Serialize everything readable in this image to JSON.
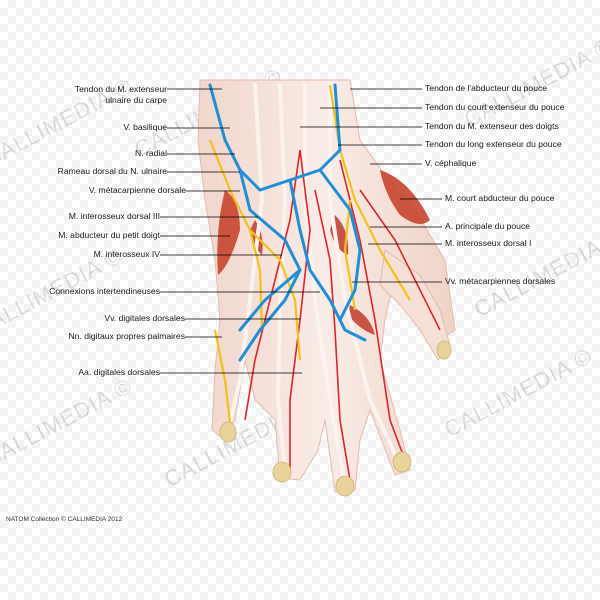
{
  "labels_left": [
    "Tendon du M. extenseur",
    "ulnaire du carpe",
    "V. basilique",
    "N. radial",
    "Rameau dorsal du N. ulnaire",
    "V. métacarpienne dorsale",
    "M. interosseux dorsal III",
    "M. abducteur du petit doigt",
    "M. interosseux IV",
    "Connexions intertendineuses",
    "Vv. digitales dorsales",
    "Nn. digitaux propres palmaires",
    "Aa. digitales dorsales"
  ],
  "labels_right": [
    "Tendon de l'abducteur du pouce",
    "Tendon du court extenseur du pouce",
    "Tendon du M. extenseur des doigts",
    "Tendon du long extenseur du pouce",
    "V. céphalique",
    "M. court abducteur du pouce",
    "A. principale du pouce",
    "M. interosseux dorsal I",
    "Vv. métacarpiennes dorsales"
  ],
  "credit": "NATOM Collection © CALLIMEDIA 2012",
  "watermark": "CALLIMEDIA ©",
  "colors": {
    "vein": "#1f8fd6",
    "artery": "#d8262a",
    "nerve": "#f2c21b",
    "muscle": "#c8452f",
    "skin": "#f6e6de",
    "leader": "#000000"
  }
}
